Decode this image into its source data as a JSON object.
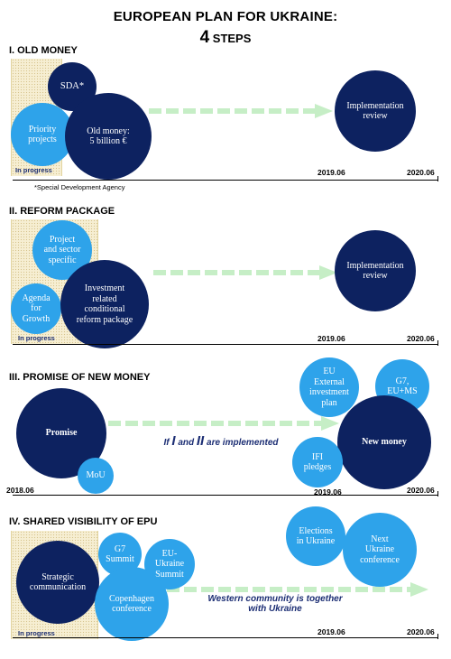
{
  "title": {
    "line1": "EUROPEAN PLAN FOR UKRAINE:",
    "num": "4",
    "steps": " STEPS"
  },
  "colors": {
    "dark_blue": "#0d2260",
    "light_blue": "#2ea3ea",
    "arrow_green": "#c6eec6",
    "in_progress_bg": "#f6eed2"
  },
  "sections": {
    "s1": {
      "heading": "I. OLD MONEY",
      "sda": "SDA*",
      "priority": "Priority\nprojects",
      "old_money": "Old money:\n5 billion €",
      "review": "Implementation\nreview",
      "in_progress": "In progress",
      "date_mid": "2019.06",
      "date_end": "2020.06",
      "footnote": "*Special Development Agency"
    },
    "s2": {
      "heading": "II. REFORM PACKAGE",
      "project": "Project\nand sector\nspecific",
      "agenda": "Agenda\nfor\nGrowth",
      "investment": "Investment\nrelated\nconditional\nreform package",
      "review": "Implementation\nreview",
      "in_progress": "In progress",
      "date_mid": "2019.06",
      "date_end": "2020.06"
    },
    "s3": {
      "heading": "III. PROMISE OF NEW MONEY",
      "promise": "Promise",
      "mou": "MoU",
      "condition_pre": "If ",
      "condition_i": "I",
      "condition_mid": " and ",
      "condition_ii": "II",
      "condition_post": " are implemented",
      "eu_external": "EU\nExternal\ninvestment\nplan",
      "g7": "G7,\nEU+MS",
      "new_money": "New money",
      "ifi": "IFI\npledges",
      "date_start": "2018.06",
      "date_mid": "2019.06",
      "date_end": "2020.06"
    },
    "s4": {
      "heading": "IV. SHARED VISIBILITY OF EPU",
      "strategic": "Strategic\ncommunication",
      "g7": "G7\nSummit",
      "eu_ukraine": "EU-\nUkraine\nSummit",
      "copenhagen": "Copenhagen\nconference",
      "elections": "Elections\nin Ukraine",
      "next_conf": "Next\nUkraine\nconference",
      "western_line1": "Western community is together",
      "western_line2": "with Ukraine",
      "in_progress": "In progress",
      "date_mid": "2019.06",
      "date_end": "2020.06"
    }
  }
}
